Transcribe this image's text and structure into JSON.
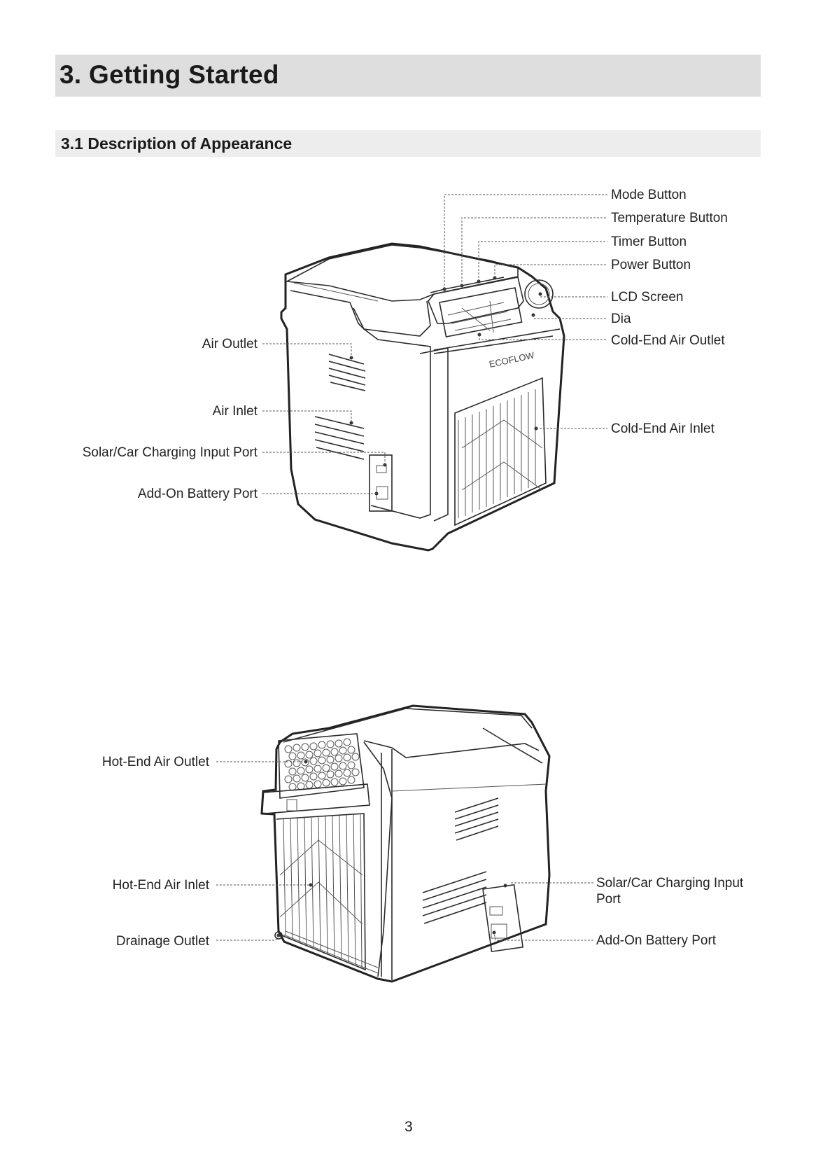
{
  "section": {
    "title": "3. Getting Started",
    "subsection": "3.1 Description of Appearance"
  },
  "front_view": {
    "labels_right": {
      "mode_button": "Mode Button",
      "temperature_button": "Temperature Button",
      "timer_button": "Timer Button",
      "power_button": "Power Button",
      "lcd_screen": "LCD Screen",
      "dial": "Dia",
      "cold_end_air_outlet": "Cold-End Air Outlet",
      "cold_end_air_inlet": "Cold-End Air Inlet"
    },
    "labels_left": {
      "air_outlet": "Air Outlet",
      "air_inlet": "Air Inlet",
      "solar_car_port": "Solar/Car Charging Input Port",
      "add_on_battery_port": "Add-On Battery Port"
    },
    "brand": "ECOFLOW"
  },
  "rear_view": {
    "labels_left": {
      "hot_end_air_outlet": "Hot-End Air Outlet",
      "hot_end_air_inlet": "Hot-End Air Inlet",
      "drainage_outlet": "Drainage Outlet"
    },
    "labels_right": {
      "solar_car_port": "Solar/Car Charging Input Port",
      "add_on_battery_port": "Add-On Battery Port"
    }
  },
  "page_number": "3"
}
